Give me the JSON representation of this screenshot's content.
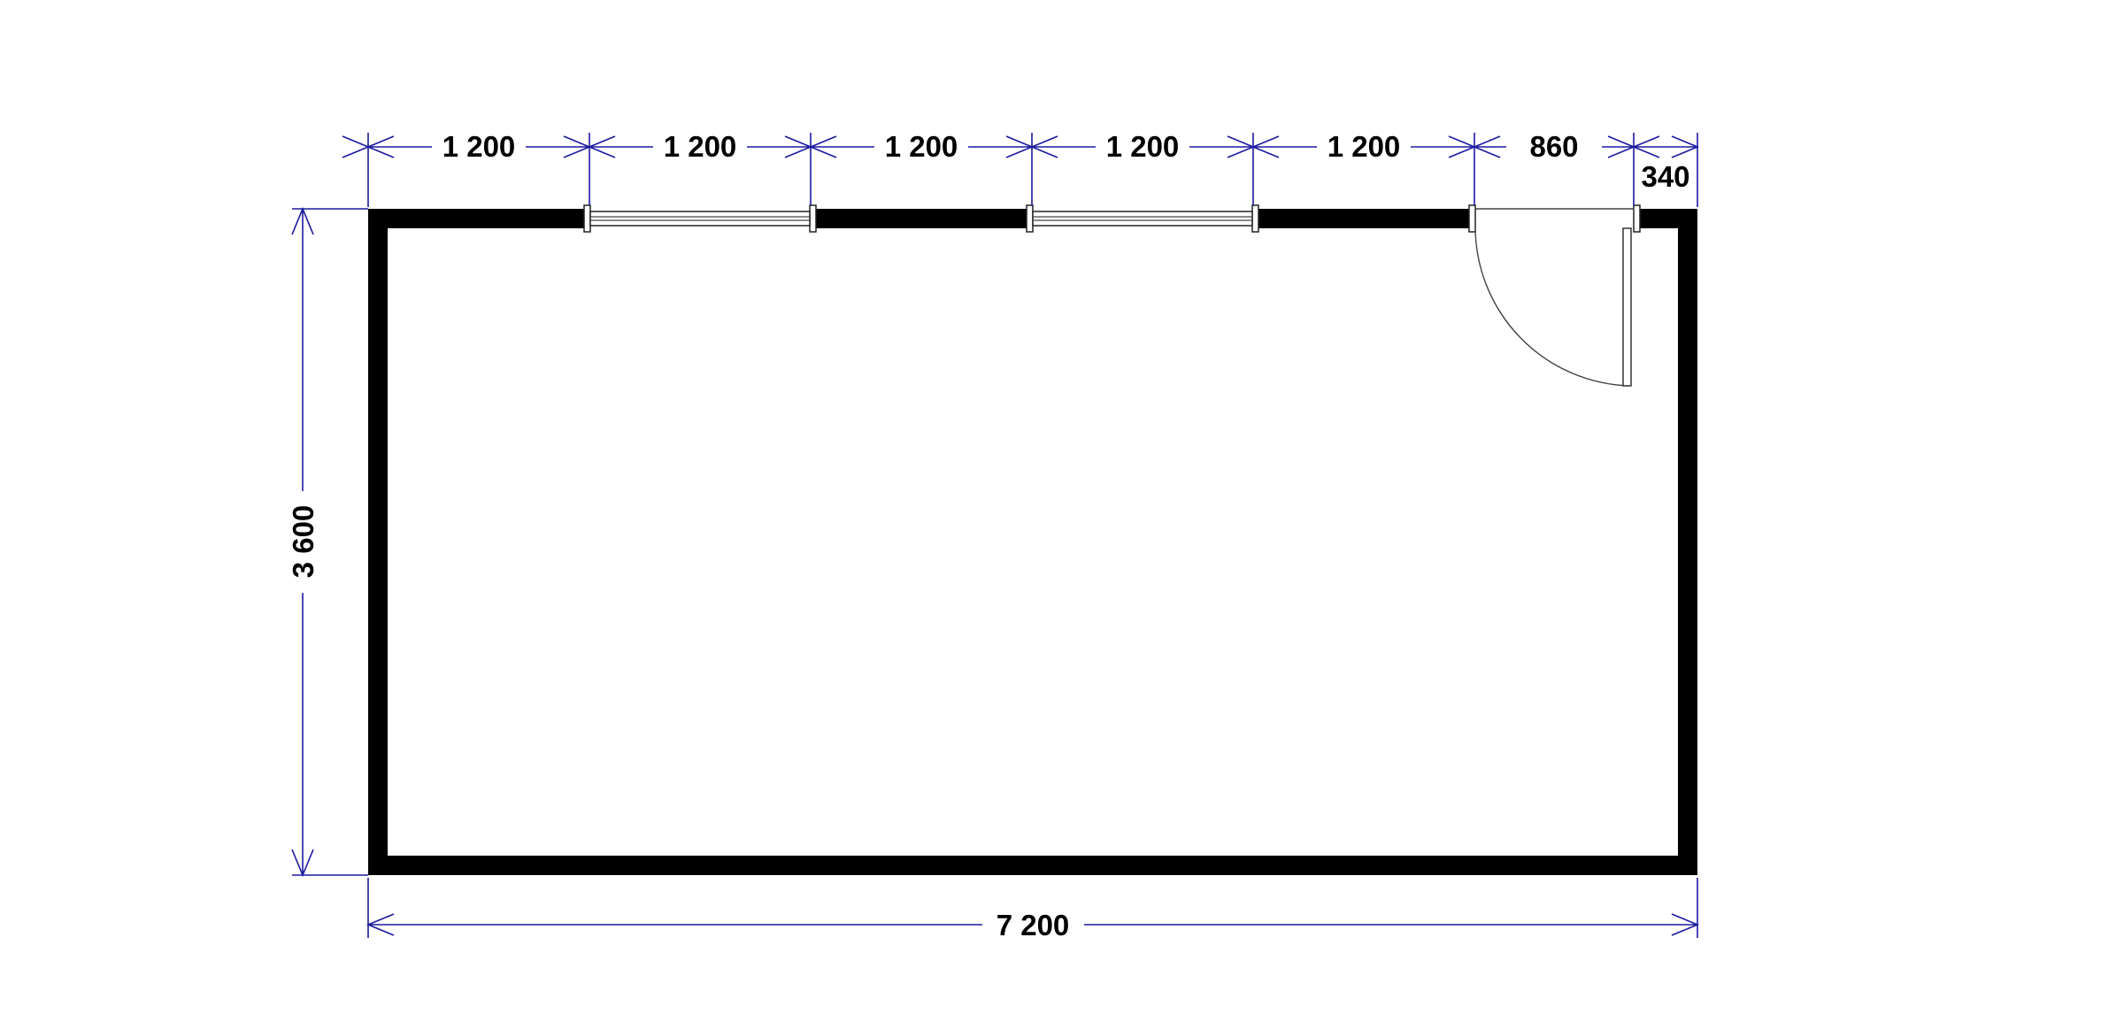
{
  "plan": {
    "colors": {
      "wall": "#000000",
      "dimension": "#1a1aa0",
      "text": "#000000",
      "background": "#ffffff"
    },
    "dimensions": {
      "top_segments": [
        "1 200",
        "1 200",
        "1 200",
        "1 200",
        "1 200",
        "860",
        "340"
      ],
      "left_height": "3 600",
      "bottom_width": "7 200"
    }
  }
}
